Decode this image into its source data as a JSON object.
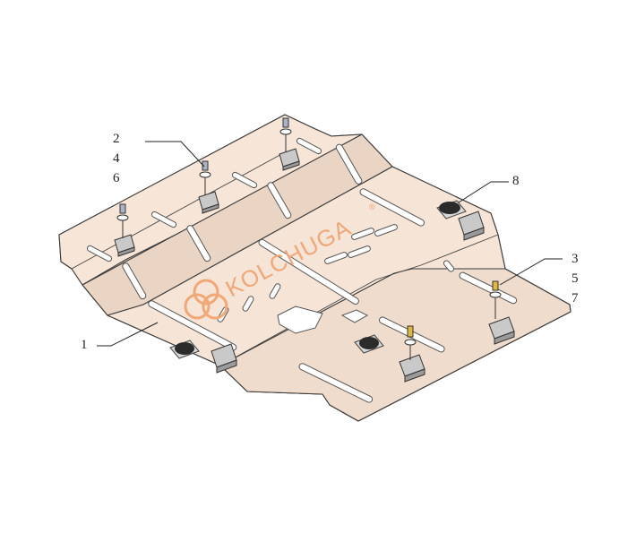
{
  "diagram": {
    "brand_logo_text": "KOLCHUGA",
    "registered_mark": "®",
    "colors": {
      "plate_fill": "#f6e4d6",
      "plate_fold": "#ead4c3",
      "plate_front": "#f0dccc",
      "logo": "#f0a878",
      "rubber_pad": "#2b2b2b",
      "clip": "#c9c9c9"
    },
    "callouts": {
      "group_left": [
        "2",
        "4",
        "6"
      ],
      "group_right": [
        "3",
        "5",
        "7"
      ],
      "pad": "8",
      "plate": "1"
    },
    "icons": [
      "bolt-icon",
      "washer-icon",
      "clip-nut-icon",
      "rubber-pad-icon"
    ]
  }
}
